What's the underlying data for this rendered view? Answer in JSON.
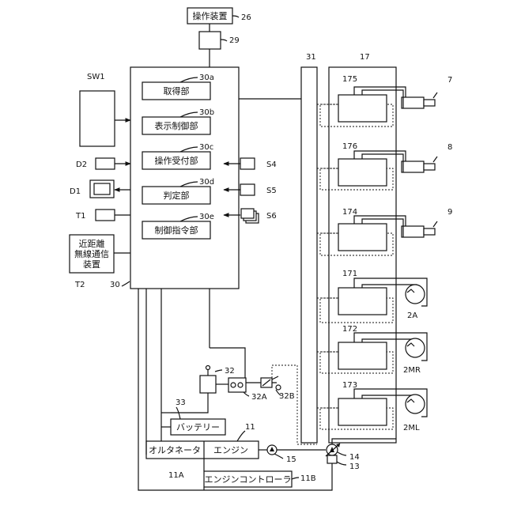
{
  "labels": {
    "operation_device": "操作装置",
    "acquisition_unit": "取得部",
    "display_control_unit": "表示制御部",
    "operation_reception_unit": "操作受付部",
    "determination_unit": "判定部",
    "control_command_unit": "制御指令部",
    "nfc_line1": "近距離",
    "nfc_line2": "無線通信",
    "nfc_line3": "装置",
    "battery": "バッテリー",
    "alternator": "オルタネータ",
    "engine": "エンジン",
    "engine_controller": "エンジンコントローラ"
  },
  "refs": {
    "r26": "26",
    "r29": "29",
    "r30": "30",
    "r30a": "30a",
    "r30b": "30b",
    "r30c": "30c",
    "r30d": "30d",
    "r30e": "30e",
    "sw1": "SW1",
    "d1": "D1",
    "d2": "D2",
    "t1": "T1",
    "t2": "T2",
    "s4": "S4",
    "s5": "S5",
    "s6": "S6",
    "r31": "31",
    "r17": "17",
    "r175": "175",
    "r176": "176",
    "r174": "174",
    "r171": "171",
    "r172": "172",
    "r173": "173",
    "r7": "7",
    "r8": "8",
    "r9": "9",
    "r2a": "2A",
    "r2mr": "2MR",
    "r2ml": "2ML",
    "r32": "32",
    "r32a": "32A",
    "r32b": "32B",
    "r33": "33",
    "r11": "11",
    "r11a": "11A",
    "r11b": "11B",
    "r13": "13",
    "r14": "14",
    "r15": "15"
  }
}
